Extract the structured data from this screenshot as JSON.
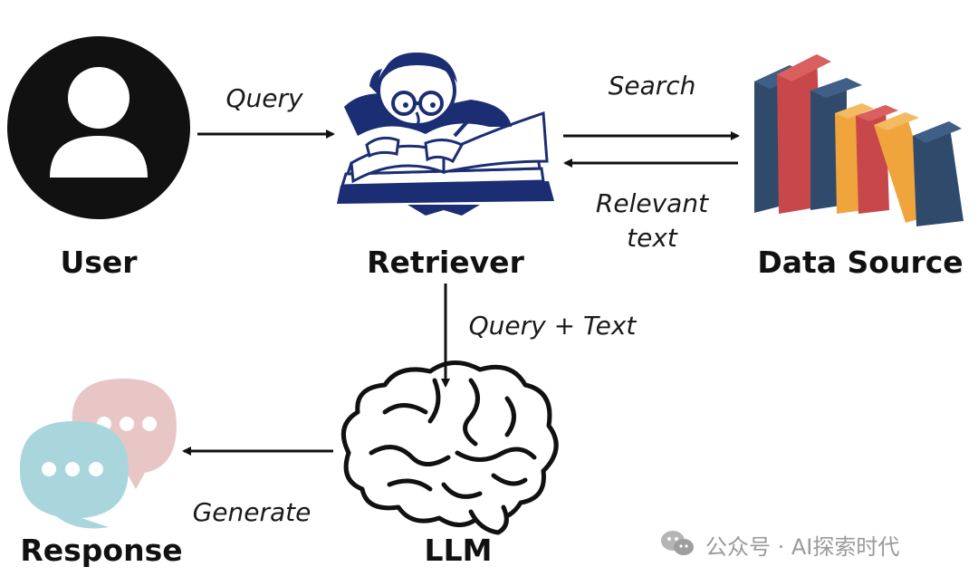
{
  "nodes": {
    "user": "User",
    "retriever": "Retriever",
    "data_source": "Data Source",
    "llm": "LLM",
    "response": "Response"
  },
  "edges": {
    "query": "Query",
    "search": "Search",
    "relevant_text_line1": "Relevant",
    "relevant_text_line2": "text",
    "query_plus_text": "Query + Text",
    "generate": "Generate"
  },
  "watermark": {
    "text": "公众号 · AI探索时代",
    "icon": "wechat-icon"
  },
  "icons": {
    "user": "user-avatar-icon",
    "retriever": "reading-man-book-icon",
    "data_source": "books-icon",
    "llm": "brain-icon",
    "response": "chat-bubbles-icon"
  },
  "colors": {
    "user_circle": "#111111",
    "retriever_ink": "#1c2e73",
    "book_navy": "#2f4a6b",
    "book_red": "#c8474a",
    "book_orange": "#f0a53c",
    "bubble_pink": "#e8c6c6",
    "bubble_blue": "#a9d6dd",
    "arrow": "#111111"
  }
}
